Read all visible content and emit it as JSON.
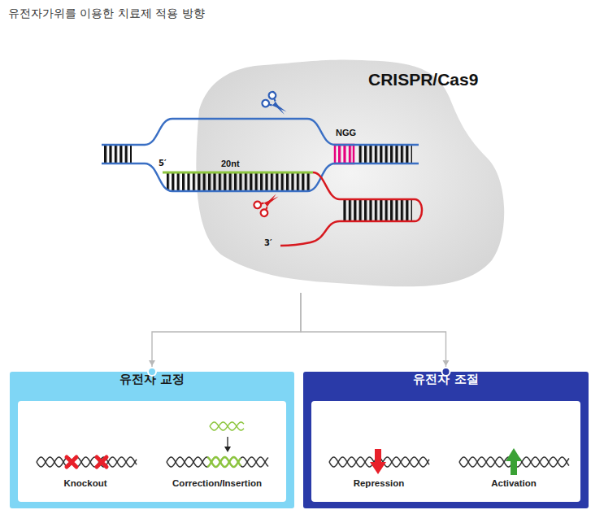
{
  "diagram": {
    "title": "유전자가위를 이용한 치료제 적용 방향",
    "nodes": [
      {
        "text": [
          "CRISPR/Cas9"
        ]
      },
      {
        "text": [
          "유전자 교정",
          "Knockout",
          "Correction/Insertion"
        ]
      },
      {
        "text": [
          "유전자 조절",
          "Repression",
          "Activation"
        ]
      }
    ],
    "edges": [
      {
        "from": 0,
        "to": 1,
        "arrow": "to"
      },
      {
        "from": 0,
        "to": 2,
        "arrow": "to"
      }
    ],
    "labels": [
      "NGG",
      "5′",
      "20nt",
      "3′"
    ]
  }
}
